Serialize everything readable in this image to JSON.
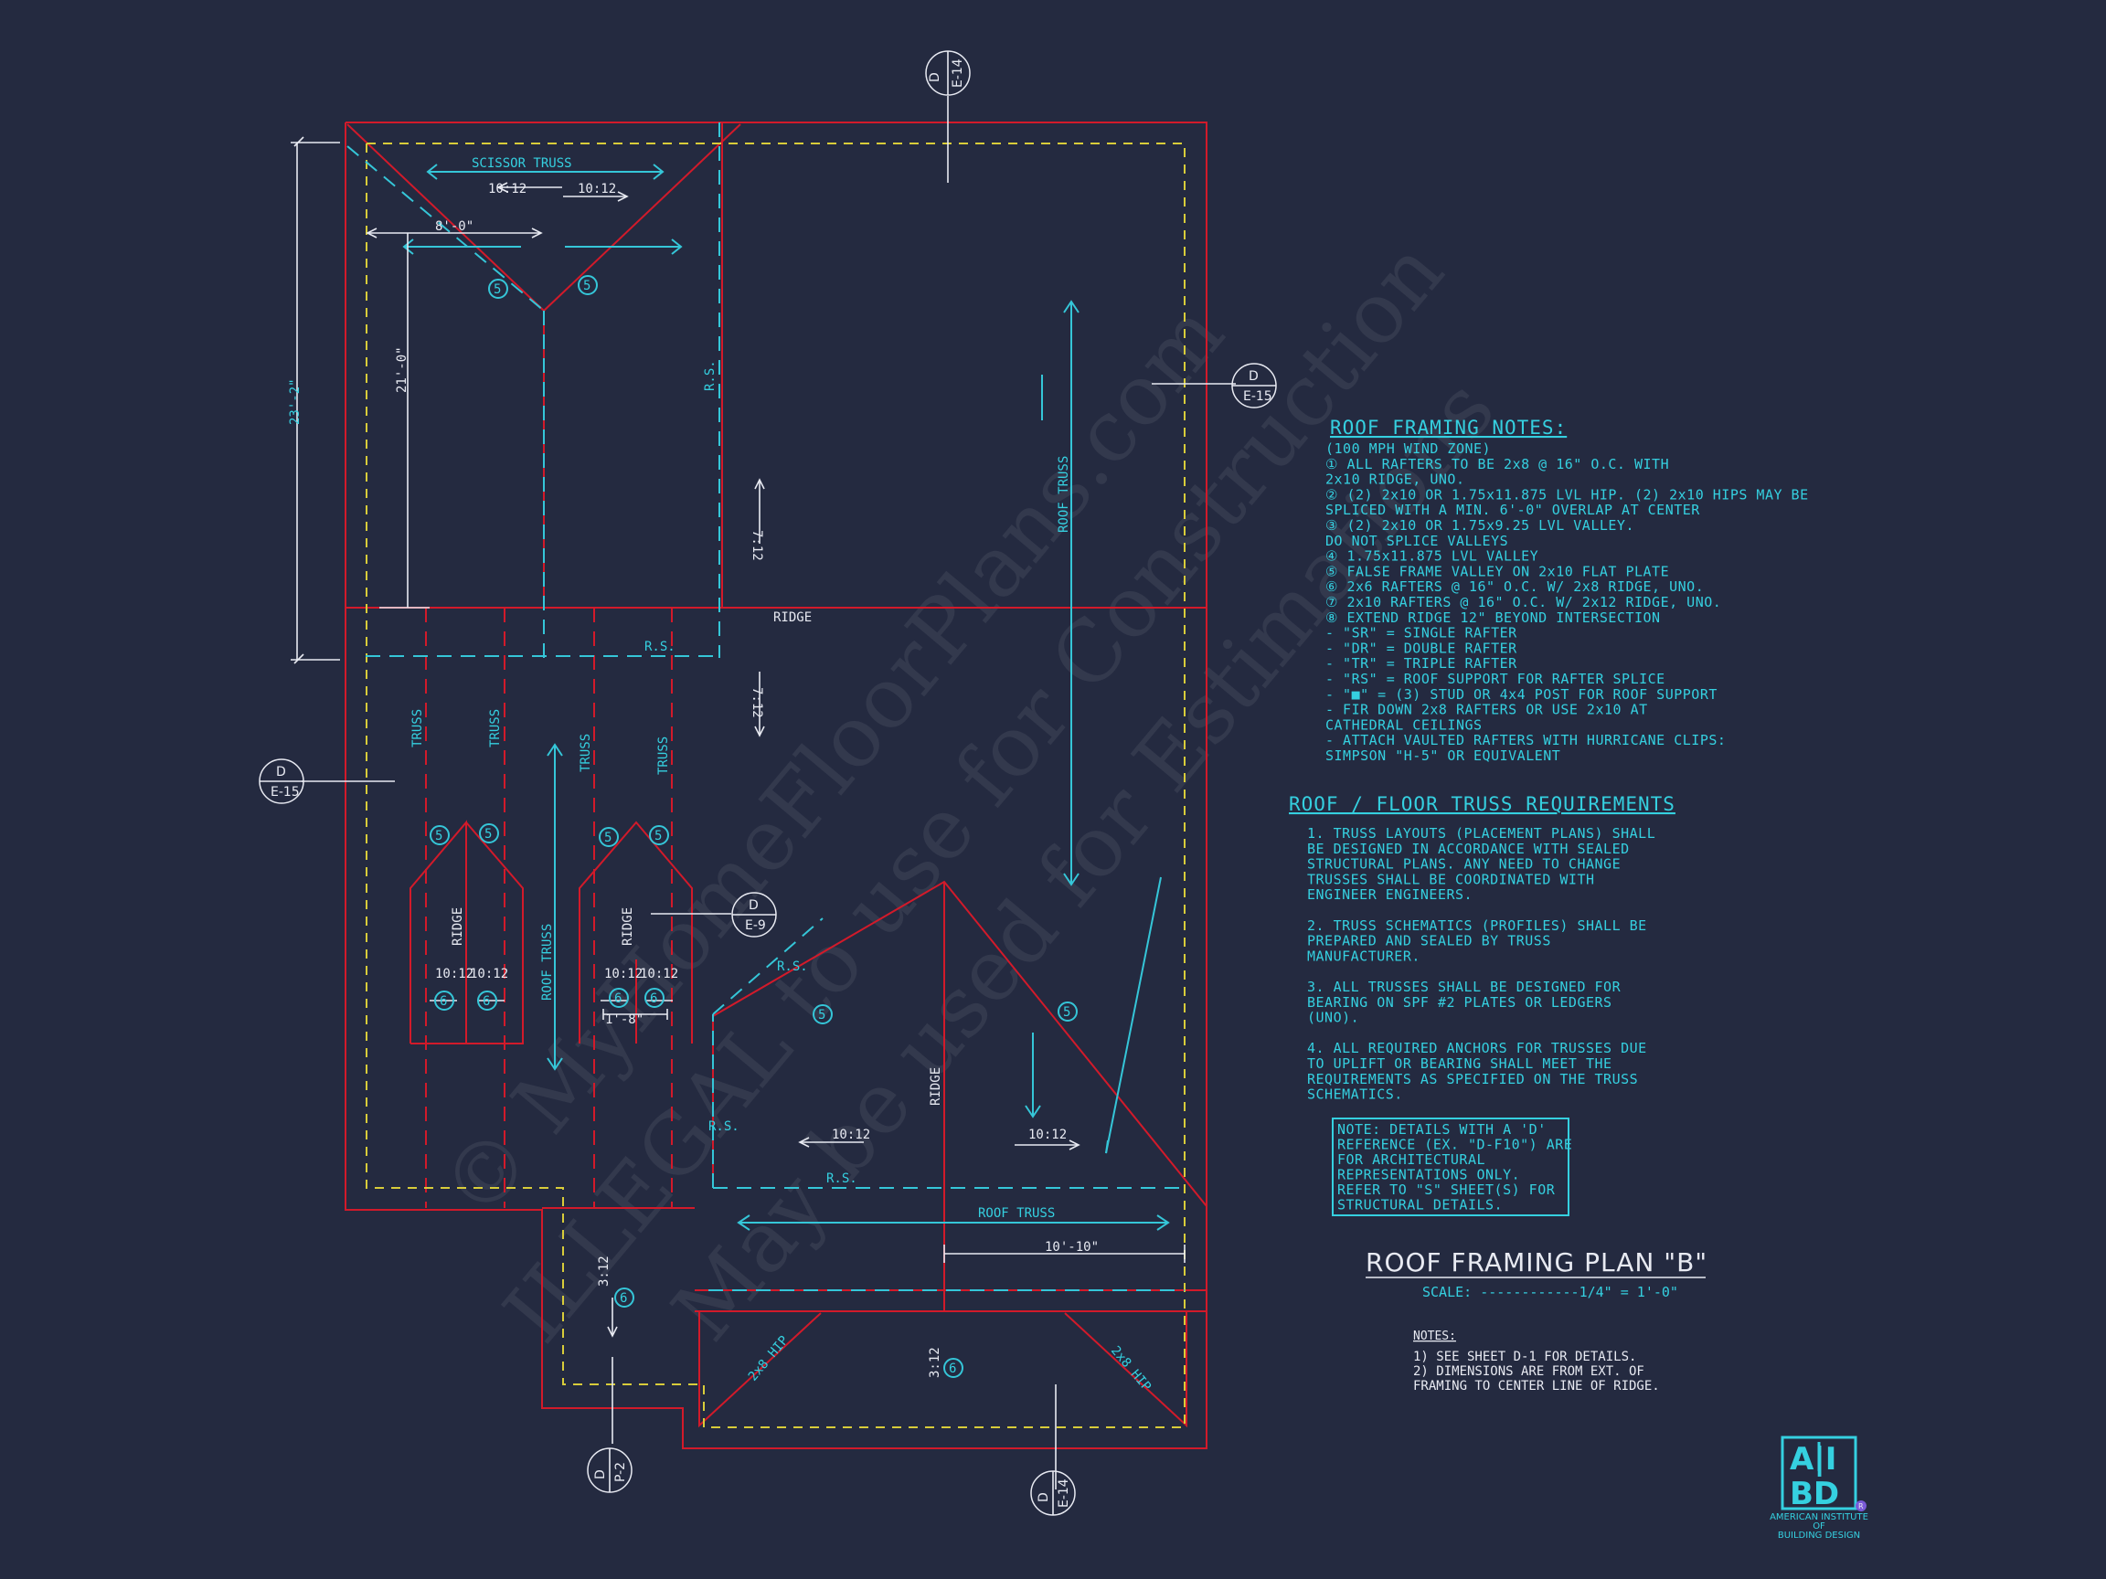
{
  "plan_title": "ROOF FRAMING PLAN \"B\"",
  "scale_text": "SCALE: ------------1/4\" = 1'-0\"",
  "roof_framing_notes": {
    "heading": "ROOF FRAMING NOTES:",
    "lines": [
      "(100 MPH WIND ZONE)",
      "①  ALL RAFTERS TO BE 2x8 @ 16\" O.C. WITH",
      "    2x10 RIDGE, UNO.",
      "②  (2) 2x10 OR 1.75x11.875 LVL HIP. (2) 2x10 HIPS MAY BE",
      "    SPLICED WITH A MIN. 6'-0\" OVERLAP AT CENTER",
      "③  (2) 2x10 OR 1.75x9.25 LVL VALLEY.",
      "    DO NOT SPLICE VALLEYS",
      "④  1.75x11.875 LVL VALLEY",
      "⑤  FALSE FRAME VALLEY ON 2x10 FLAT PLATE",
      "⑥  2x6 RAFTERS @ 16\" O.C. W/ 2x8 RIDGE, UNO.",
      "⑦  2x10 RAFTERS @ 16\" O.C. W/ 2x12 RIDGE, UNO.",
      "⑧  EXTEND RIDGE 12\" BEYOND INTERSECTION",
      "-   \"SR\" = SINGLE RAFTER",
      "-   \"DR\" = DOUBLE RAFTER",
      "-   \"TR\" = TRIPLE RAFTER",
      "-   \"RS\" = ROOF SUPPORT FOR RAFTER SPLICE",
      "-   \"■\"  = (3) STUD OR 4x4 POST FOR ROOF SUPPORT",
      "-   FIR DOWN 2x8 RAFTERS OR USE 2x10 AT",
      "    CATHEDRAL CEILINGS",
      "-   ATTACH VAULTED RAFTERS WITH HURRICANE CLIPS:",
      "    SIMPSON \"H-5\" OR EQUIVALENT"
    ]
  },
  "truss_requirements": {
    "heading": "ROOF / FLOOR  TRUSS REQUIREMENTS",
    "lines": [
      "1. TRUSS LAYOUTS (PLACEMENT PLANS) SHALL",
      "BE DESIGNED IN ACCORDANCE WITH SEALED",
      "STRUCTURAL PLANS. ANY NEED TO CHANGE",
      "TRUSSES SHALL BE COORDINATED WITH",
      "ENGINEER ENGINEERS.",
      "",
      "2. TRUSS SCHEMATICS (PROFILES) SHALL BE",
      "PREPARED AND SEALED BY TRUSS",
      "MANUFACTURER.",
      "",
      "3. ALL TRUSSES SHALL BE DESIGNED FOR",
      "BEARING ON SPF #2 PLATES OR LEDGERS",
      "(UNO).",
      "",
      "4. ALL REQUIRED ANCHORS FOR TRUSSES DUE",
      "TO UPLIFT OR BEARING SHALL MEET THE",
      "REQUIREMENTS AS SPECIFIED ON THE TRUSS",
      "SCHEMATICS."
    ]
  },
  "details_note": [
    "NOTE: DETAILS WITH A 'D'",
    "REFERENCE (EX. \"D-F10\") ARE",
    "FOR ARCHITECTURAL",
    "REPRESENTATIONS ONLY.",
    "REFER TO \"S\" SHEET(S) FOR",
    "STRUCTURAL DETAILS."
  ],
  "general_notes": {
    "heading": "NOTES:",
    "lines": [
      "1)  SEE SHEET D-1 FOR DETAILS.",
      "2)  DIMENSIONS ARE FROM EXT. OF",
      "     FRAMING TO CENTER LINE OF RIDGE."
    ]
  },
  "plan_labels": {
    "scissor_truss": "SCISSOR TRUSS",
    "pitch_10_12": "10:12",
    "pitch_7_12": "7:12",
    "pitch_3_12": "3:12",
    "ridge": "RIDGE",
    "rs": "R.S.",
    "truss": "TRUSS",
    "roof_truss": "ROOF TRUSS",
    "hip": "2x8 HIP",
    "dim_8_0": "8'-0\"",
    "dim_21_0": "21'-0\"",
    "dim_23_2": "23'-2\"",
    "dim_1_8": "1'-8\"",
    "dim_10_10": "10'-10\"",
    "callout_5": "5",
    "callout_6": "6"
  },
  "section_tags": {
    "d": "D",
    "e14": "E-14",
    "e15": "E-15",
    "e9": "E-9",
    "p2": "P-2"
  },
  "logo": {
    "letters_top": "A|I",
    "letters_bottom": "BD",
    "caption": [
      "AMERICAN INSTITUTE",
      "OF",
      "BUILDING DESIGN"
    ],
    "badge": "R"
  },
  "watermark": {
    "line1": "© MyHomeFloorPlans.com",
    "line2": "ILLEGAL to use for Construction",
    "line3": "May be used for Estimations"
  },
  "colors": {
    "background": "#242a40",
    "cyan": "#35d0e0",
    "red": "#d21a2a",
    "yellow": "#d8cc3a",
    "white": "#e8eaf2"
  }
}
